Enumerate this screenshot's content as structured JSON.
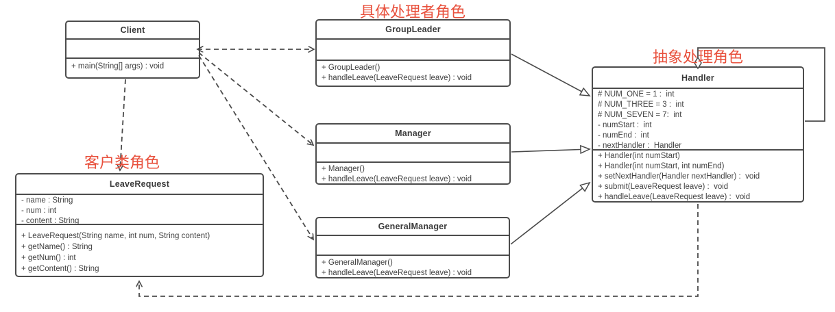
{
  "diagram": {
    "title": "Chain of Responsibility UML class diagram",
    "background": "#ffffff",
    "line_color": "#4a4a4a",
    "text_color": "#3a3a3a",
    "accent_red": "#e8503c"
  },
  "annotations": {
    "concrete_handler_role": "具体处理者角色",
    "abstract_handler_role": "抽象处理角色",
    "client_role": "客户类角色"
  },
  "classes": [
    {
      "name": "Client",
      "attributes": [],
      "methods": [
        "+ main(String[] args) : void"
      ]
    },
    {
      "name": "GroupLeader",
      "attributes": [],
      "methods": [
        "+ GroupLeader()",
        "+ handleLeave(LeaveRequest leave) : void"
      ]
    },
    {
      "name": "Manager",
      "attributes": [],
      "methods": [
        "+ Manager()",
        "+ handleLeave(LeaveRequest leave) : void"
      ]
    },
    {
      "name": "GeneralManager",
      "attributes": [],
      "methods": [
        "+ GeneralManager()",
        "+ handleLeave(LeaveRequest leave) : void"
      ]
    },
    {
      "name": "Handler",
      "attributes": [
        "# NUM_ONE = 1 :  int",
        "# NUM_THREE = 3 :  int",
        "# NUM_SEVEN = 7:  int",
        "- numStart :  int",
        "- numEnd :  int",
        "- nextHandler :  Handler"
      ],
      "methods": [
        "+ Handler(int numStart)",
        "+ Handler(int numStart, int numEnd)",
        "+ setNextHandler(Handler nextHandler) :  void",
        "+ submit(LeaveRequest leave) :  void",
        "+ handleLeave(LeaveRequest leave) :  void"
      ]
    },
    {
      "name": "LeaveRequest",
      "attributes": [
        "- name : String",
        "- num : int",
        "- content : String"
      ],
      "methods": [
        "+ LeaveRequest(String name, int num, String content)",
        "+ getName() : String",
        "+ getNum() : int",
        "+ getContent() : String"
      ]
    }
  ],
  "relationships": [
    {
      "type": "dependency",
      "from": "Client",
      "to": "GroupLeader",
      "style": "dashed-open-arrow-both-ends"
    },
    {
      "type": "dependency",
      "from": "Client",
      "to": "Manager",
      "style": "dashed-open-arrow"
    },
    {
      "type": "dependency",
      "from": "Client",
      "to": "GeneralManager",
      "style": "dashed-open-arrow"
    },
    {
      "type": "dependency",
      "from": "Client",
      "to": "LeaveRequest",
      "style": "dashed-open-arrow"
    },
    {
      "type": "generalization",
      "from": "GroupLeader",
      "to": "Handler",
      "style": "solid-hollow-triangle"
    },
    {
      "type": "generalization",
      "from": "Manager",
      "to": "Handler",
      "style": "solid-hollow-triangle"
    },
    {
      "type": "generalization",
      "from": "GeneralManager",
      "to": "Handler",
      "style": "solid-hollow-triangle"
    },
    {
      "type": "self-aggregation",
      "from": "Handler",
      "to": "Handler",
      "style": "solid-open-diamond"
    },
    {
      "type": "dependency",
      "from": "Handler",
      "to": "LeaveRequest",
      "style": "dashed-open-arrow"
    }
  ]
}
